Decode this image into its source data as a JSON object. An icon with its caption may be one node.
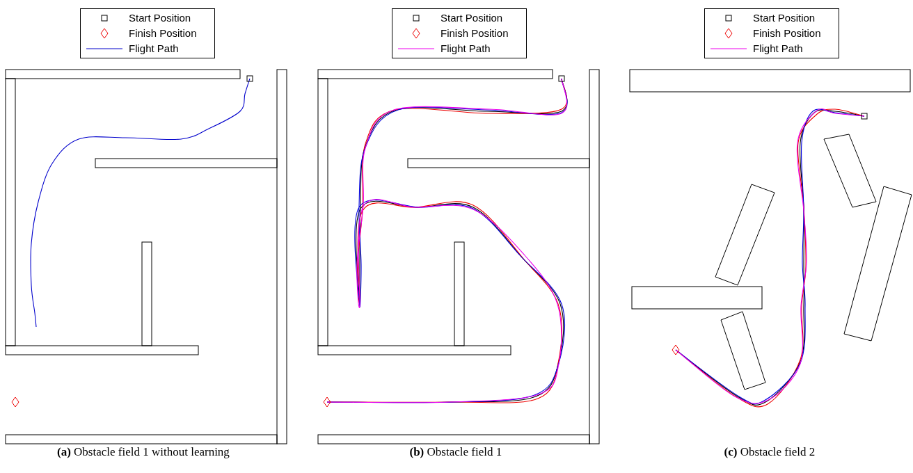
{
  "diagram": {
    "labels": [
      "**(a)** Obstacle field 1 without learning",
      "**(b)** Obstacle field 1",
      "**(c)** Obstacle field 2"
    ],
    "legend": [
      {
        "text": "Start Position"
      },
      {
        "text": "Finish Position"
      },
      {
        "text": "Flight Path"
      },
      {
        "text": "Start Position"
      },
      {
        "text": "Finish Position"
      },
      {
        "text": "Flight Path"
      },
      {
        "text": "Start Position"
      },
      {
        "text": "Finish Position"
      },
      {
        "text": "Flight Path"
      }
    ]
  }
}
